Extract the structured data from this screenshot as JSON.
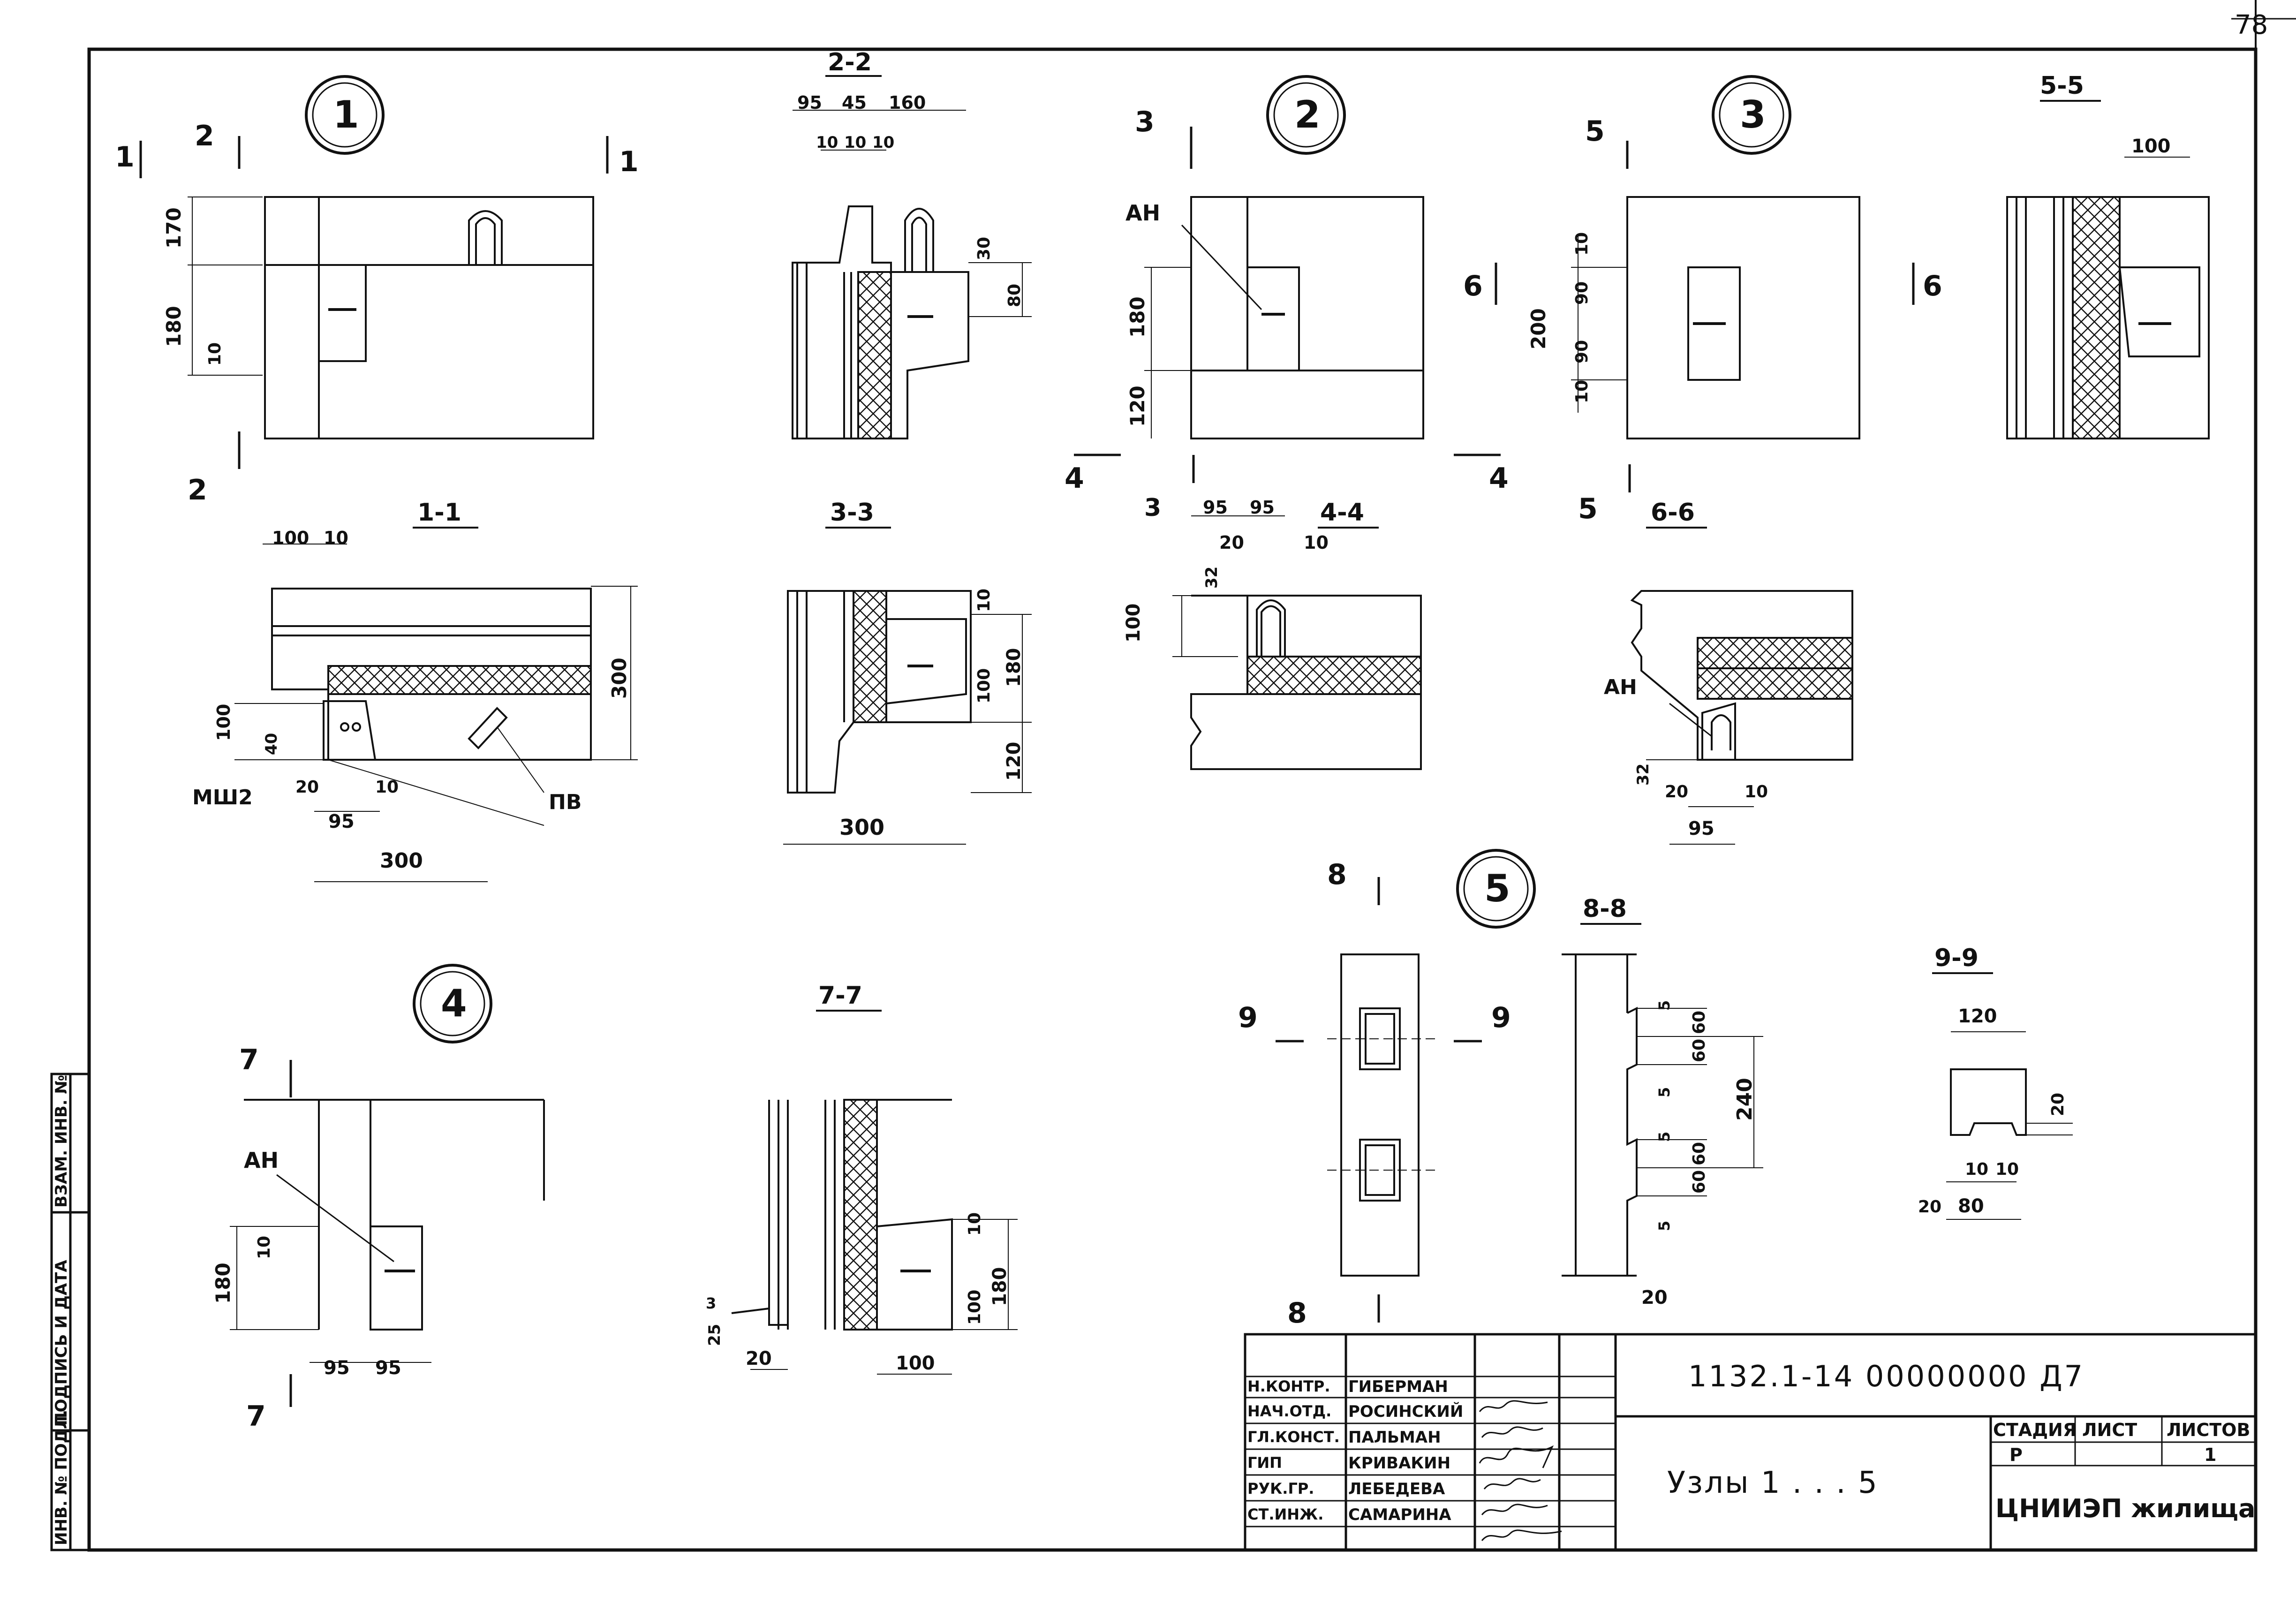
{
  "sheet_number": "78",
  "node_labels": [
    "1",
    "2",
    "3",
    "4",
    "5"
  ],
  "section_labels": {
    "s1": "1-1",
    "s2": "2-2",
    "s3": "3-3",
    "s4": "4-4",
    "s5": "5-5",
    "s6": "6-6",
    "s7": "7-7",
    "s8": "8-8",
    "s9": "9-9"
  },
  "cut_markers": [
    "1",
    "2",
    "3",
    "4",
    "5",
    "6",
    "7",
    "8",
    "9"
  ],
  "callouts": {
    "anchor": "АН",
    "mesh": "МШ2",
    "pv": "ПВ"
  },
  "dimensions": {
    "node1": [
      "170",
      "180",
      "10"
    ],
    "s2": [
      "2-2",
      "95",
      "45",
      "160",
      "10",
      "10",
      "10",
      "30",
      "80"
    ],
    "node2": [
      "180",
      "120"
    ],
    "node3": [
      "10",
      "200",
      "90",
      "90",
      "10"
    ],
    "s5": [
      "100"
    ],
    "s1": [
      "100",
      "10",
      "300",
      "100",
      "40",
      "20",
      "95",
      "10",
      "300"
    ],
    "s3": [
      "10",
      "100",
      "180",
      "120",
      "300"
    ],
    "s4": [
      "95",
      "95",
      "20",
      "10",
      "32",
      "100"
    ],
    "s6": [
      "32",
      "20",
      "10",
      "95"
    ],
    "node4": [
      "180",
      "10",
      "95",
      "95"
    ],
    "s7": [
      "10",
      "100",
      "180",
      "25",
      "3",
      "20",
      "100"
    ],
    "s8": [
      "5",
      "60",
      "60",
      "5",
      "240",
      "5",
      "60",
      "60",
      "5",
      "20"
    ],
    "s9": [
      "120",
      "20",
      "10",
      "10",
      "20",
      "80"
    ]
  },
  "side_stamp": {
    "col1": "ИНВ. № ПОДЛ.",
    "col2": "ПОДПИСЬ И ДАТА",
    "col3": "ВЗАМ. ИНВ. №"
  },
  "title_block": {
    "document_code": "1132.1-14 00000000 Д7",
    "sheet_title": "Узлы 1 . . . 5",
    "stage_header": "СТАДИЯ",
    "sheet_header": "ЛИСТ",
    "sheets_header": "ЛИСТОВ",
    "stage_value": "Р",
    "sheet_value": "",
    "sheets_value": "1",
    "organization": "ЦНИИЭП жилища",
    "signatories": [
      {
        "role": "Н.КОНТР.",
        "name": "ГИБЕРМАН"
      },
      {
        "role": "НАЧ.ОТД.",
        "name": "РОСИНСКИЙ"
      },
      {
        "role": "ГЛ.КОНСТ.",
        "name": "ПАЛЬМАН"
      },
      {
        "role": "ГИП",
        "name": "КРИВАКИН"
      },
      {
        "role": "РУК.ГР.",
        "name": "ЛЕБЕДЕВА"
      },
      {
        "role": "СТ.ИНЖ.",
        "name": "САМАРИНА"
      }
    ]
  }
}
